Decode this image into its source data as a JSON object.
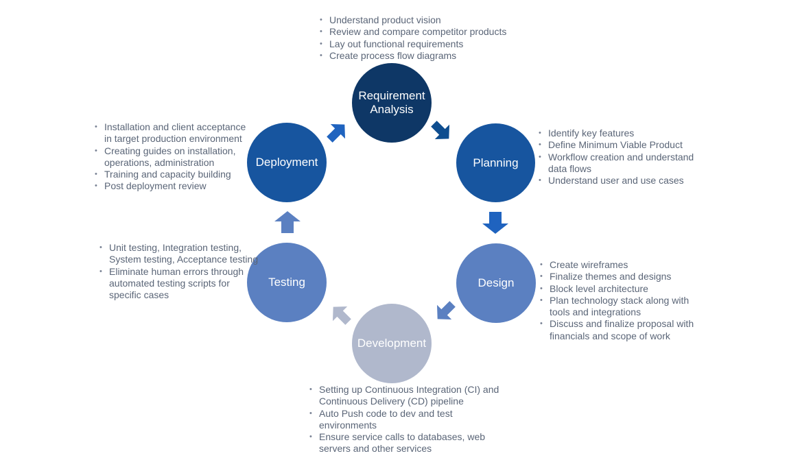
{
  "stages": {
    "requirement": {
      "label": "Requirement\nAnalysis",
      "color": "#0e3766",
      "notes": [
        "Understand product vision",
        "Review and compare competitor products",
        "Lay out functional requirements",
        "Create process flow diagrams"
      ]
    },
    "planning": {
      "label": "Planning",
      "color": "#17559f",
      "notes": [
        "Identify key features",
        "Define Minimum Viable Product",
        "Workflow creation and understand data flows",
        "Understand user and use cases"
      ]
    },
    "design": {
      "label": "Design",
      "color": "#5b80c1",
      "notes": [
        "Create wireframes",
        "Finalize themes and designs",
        "Block level architecture",
        "Plan technology stack along with tools and integrations",
        "Discuss and finalize proposal with financials and scope of work"
      ]
    },
    "development": {
      "label": "Development",
      "color": "#b0b8cc",
      "notes": [
        "Setting up Continuous Integration (CI) and Continuous Delivery (CD) pipeline",
        "Auto Push code to dev and test environments",
        "Ensure service calls to databases, web servers and other services"
      ]
    },
    "testing": {
      "label": "Testing",
      "color": "#5b80c1",
      "notes": [
        "Unit testing, Integration testing, System testing, Acceptance testing",
        "Eliminate human errors through automated testing scripts for specific cases"
      ]
    },
    "deployment": {
      "label": "Deployment",
      "color": "#17559f",
      "notes": [
        "Installation and client acceptance in target production environment",
        "Creating guides on installation, operations, administration",
        "Training and capacity building",
        "Post deployment review"
      ]
    }
  },
  "arrow_colors": {
    "req_to_plan": "#0e4d8f",
    "plan_to_des": "#1f63bf",
    "des_to_dev": "#5b80c1",
    "dev_to_test": "#b0b8cc",
    "test_to_dep": "#5b80c1",
    "dep_to_req": "#1f63bf"
  }
}
